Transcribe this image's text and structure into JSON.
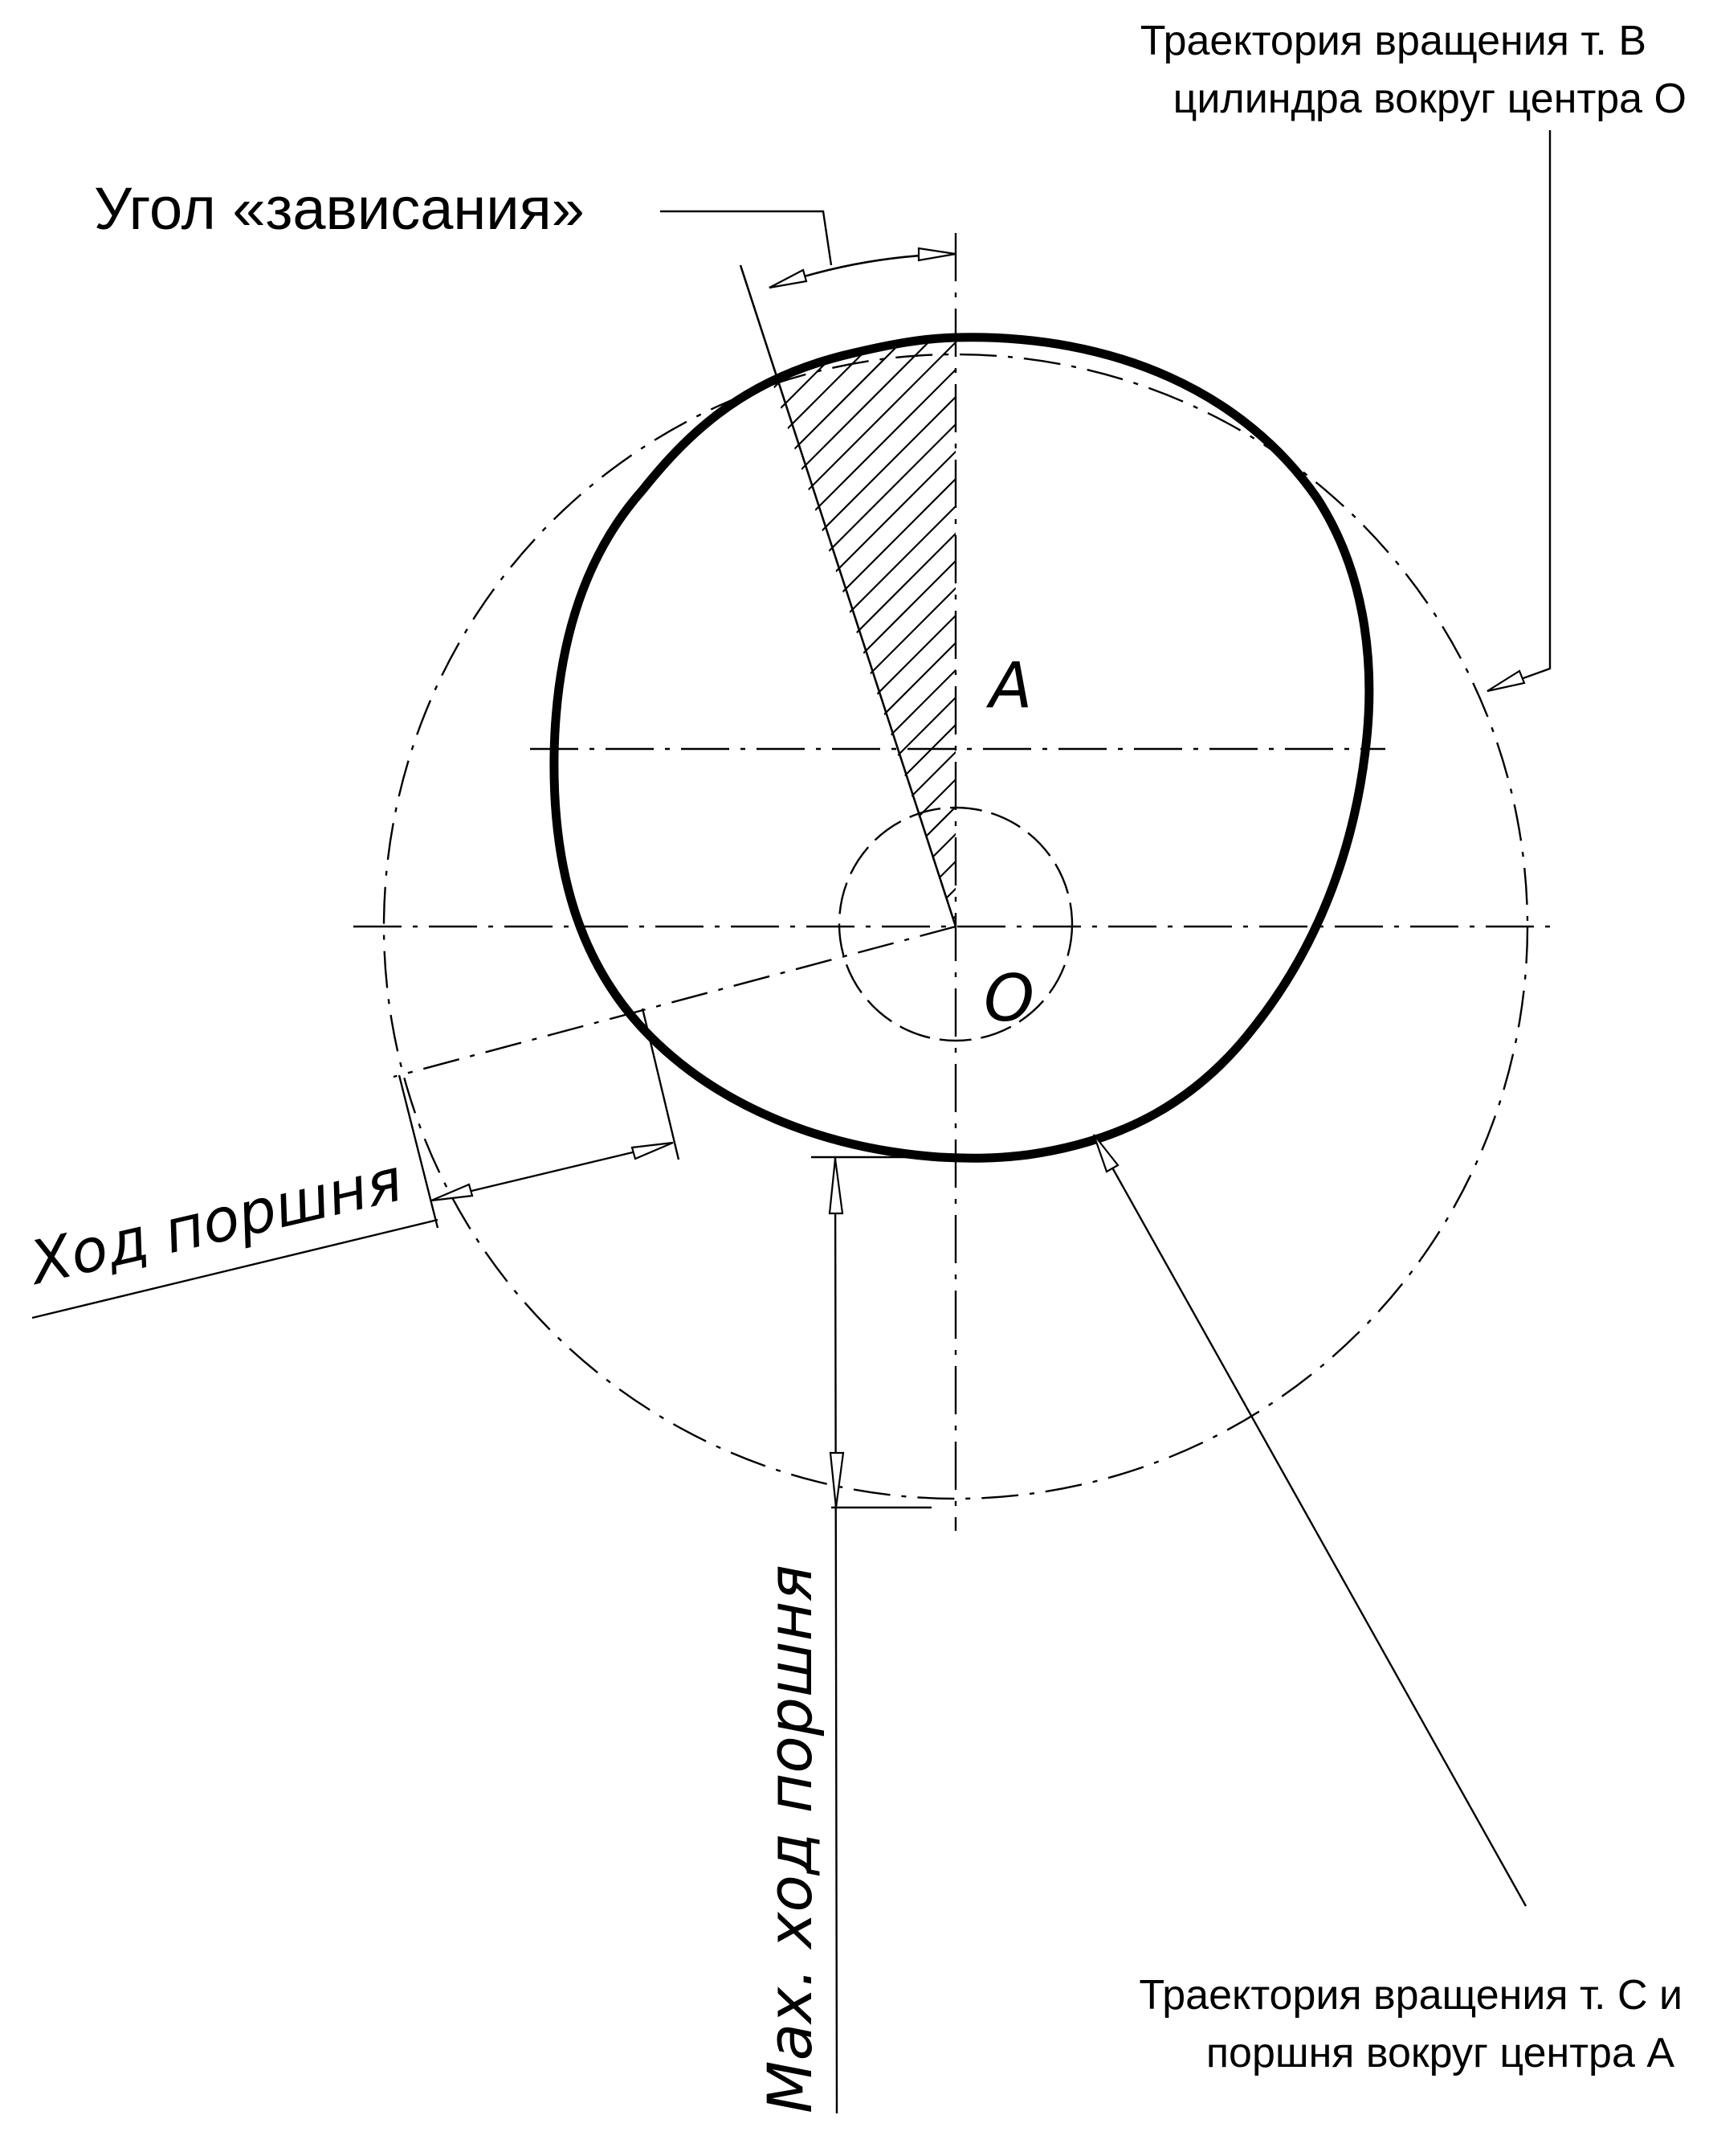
{
  "labels": {
    "trajectory_b_line1": "Траектория вращения т. В",
    "trajectory_b_line2": "цилиндра вокруг центра О",
    "hang_angle": "Угол «зависания»",
    "point_a": "A",
    "point_o": "O",
    "piston_stroke": "Ход поршня",
    "max_piston_stroke": "Max. ход поршня",
    "trajectory_c_line1": "Траектория вращения т. С и",
    "trajectory_c_line2": "поршня вокруг центра A"
  },
  "colors": {
    "ink": "#000000",
    "paper": "#ffffff"
  }
}
